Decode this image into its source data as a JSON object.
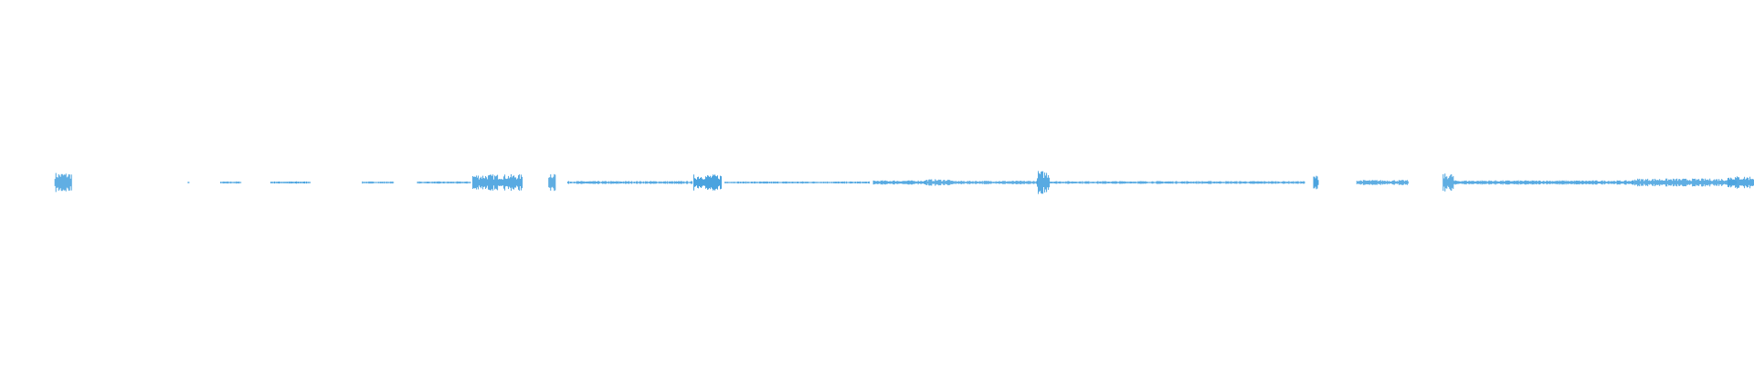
{
  "player": {
    "waveform": {
      "wave_color": "#4aa3df",
      "background_color": "#ffffff",
      "peak_level": 0.07,
      "active_segments": [
        {
          "start": 0.016,
          "end": 0.026,
          "level": 0.055
        },
        {
          "start": 0.093,
          "end": 0.094,
          "level": 0.004
        },
        {
          "start": 0.112,
          "end": 0.124,
          "level": 0.006
        },
        {
          "start": 0.141,
          "end": 0.164,
          "level": 0.006
        },
        {
          "start": 0.194,
          "end": 0.212,
          "level": 0.006
        },
        {
          "start": 0.226,
          "end": 0.257,
          "level": 0.006
        },
        {
          "start": 0.258,
          "end": 0.287,
          "level": 0.045
        },
        {
          "start": 0.302,
          "end": 0.306,
          "level": 0.06
        },
        {
          "start": 0.313,
          "end": 0.385,
          "level": 0.008
        },
        {
          "start": 0.386,
          "end": 0.402,
          "level": 0.045
        },
        {
          "start": 0.404,
          "end": 0.488,
          "level": 0.006
        },
        {
          "start": 0.49,
          "end": 0.52,
          "level": 0.012
        },
        {
          "start": 0.52,
          "end": 0.535,
          "level": 0.018
        },
        {
          "start": 0.535,
          "end": 0.585,
          "level": 0.01
        },
        {
          "start": 0.585,
          "end": 0.592,
          "level": 0.065
        },
        {
          "start": 0.592,
          "end": 0.74,
          "level": 0.008
        },
        {
          "start": 0.745,
          "end": 0.748,
          "level": 0.04
        },
        {
          "start": 0.77,
          "end": 0.8,
          "level": 0.014
        },
        {
          "start": 0.82,
          "end": 0.826,
          "level": 0.05
        },
        {
          "start": 0.826,
          "end": 0.93,
          "level": 0.012
        },
        {
          "start": 0.93,
          "end": 0.99,
          "level": 0.022
        },
        {
          "start": 0.985,
          "end": 1.0,
          "level": 0.035
        }
      ]
    }
  }
}
